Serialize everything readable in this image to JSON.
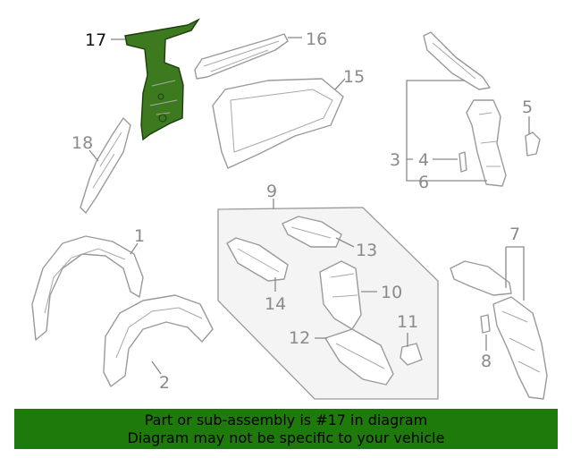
{
  "highlight_color": "#3d7a1f",
  "banner_color": "#1f7a0c",
  "callouts": {
    "c17": "17",
    "c16": "16",
    "c15": "15",
    "c18": "18",
    "c3": "3",
    "c4": "4",
    "c5": "5",
    "c6": "6",
    "c9": "9",
    "c1": "1",
    "c2": "2",
    "c13": "13",
    "c14": "14",
    "c10": "10",
    "c12": "12",
    "c11": "11",
    "c7": "7",
    "c8": "8"
  },
  "banner": {
    "line1": "Part or sub-assembly is #17 in diagram",
    "line2": "Diagram may not be specific to your vehicle"
  }
}
